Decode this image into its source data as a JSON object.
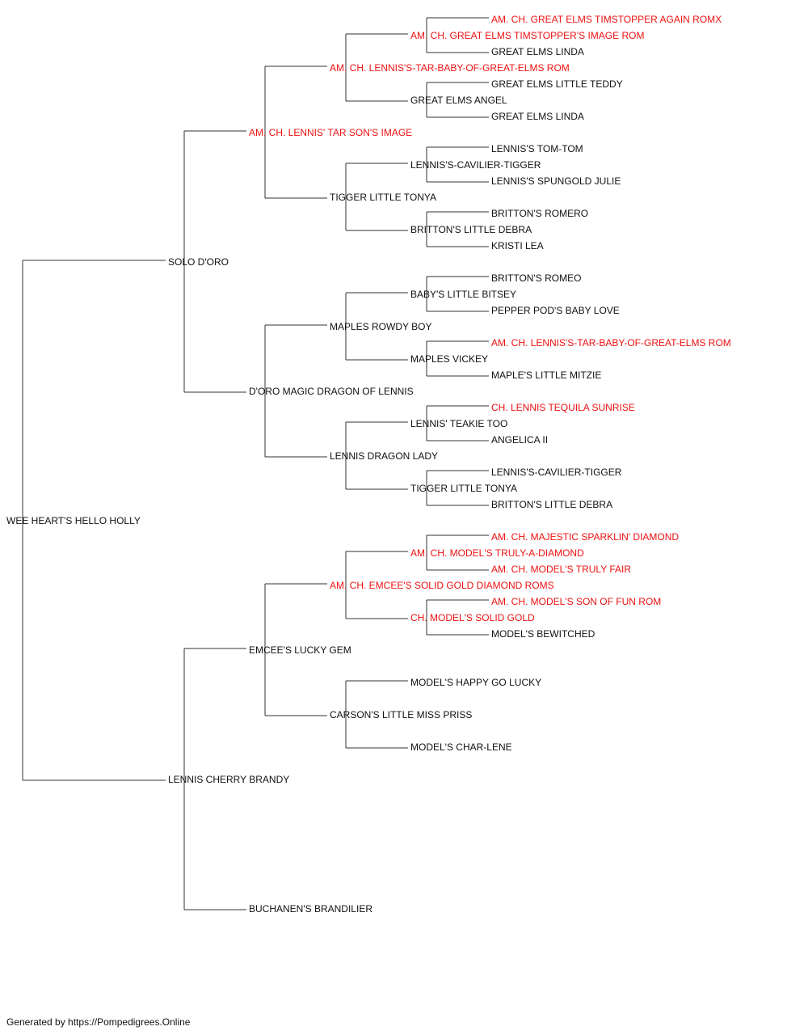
{
  "colors": {
    "champion": "#ee1111",
    "normal": "#111111",
    "line": "#333333"
  },
  "pedigree": {
    "subject": {
      "name": "WEE HEART'S HELLO HOLLY",
      "champion": false
    },
    "sire": {
      "name": "SOLO D'ORO",
      "champion": false
    },
    "dam": {
      "name": "LENNIS CHERRY BRANDY",
      "champion": false
    },
    "ss": {
      "name": "AM. CH. LENNIS' TAR SON'S IMAGE",
      "champion": true
    },
    "sd": {
      "name": "D'ORO MAGIC DRAGON OF LENNIS",
      "champion": false
    },
    "ds": {
      "name": "EMCEE'S LUCKY GEM",
      "champion": false
    },
    "dd": {
      "name": "BUCHANEN'S BRANDILIER",
      "champion": false
    },
    "sss": {
      "name": "AM. CH. LENNIS'S-TAR-BABY-OF-GREAT-ELMS ROM",
      "champion": true
    },
    "ssd": {
      "name": "TIGGER LITTLE TONYA",
      "champion": false
    },
    "sds": {
      "name": "MAPLES ROWDY BOY",
      "champion": false
    },
    "sdd": {
      "name": "LENNIS DRAGON LADY",
      "champion": false
    },
    "dss": {
      "name": "AM. CH. EMCEE'S SOLID GOLD DIAMOND ROMS",
      "champion": true
    },
    "dsd": {
      "name": "CARSON'S LITTLE MISS PRISS",
      "champion": false
    },
    "ssss": {
      "name": "AM. CH. GREAT ELMS TIMSTOPPER'S IMAGE ROM",
      "champion": true
    },
    "sssd": {
      "name": "GREAT ELMS ANGEL",
      "champion": false
    },
    "ssds": {
      "name": "LENNIS'S-CAVILIER-TIGGER",
      "champion": false
    },
    "ssdd": {
      "name": "BRITTON'S LITTLE DEBRA",
      "champion": false
    },
    "sdss": {
      "name": "BABY'S LITTLE BITSEY",
      "champion": false
    },
    "sdsd": {
      "name": "MAPLES VICKEY",
      "champion": false
    },
    "sdds": {
      "name": "LENNIS' TEAKIE TOO",
      "champion": false
    },
    "sddd": {
      "name": "TIGGER LITTLE TONYA",
      "champion": false
    },
    "dsss": {
      "name": "AM. CH. MODEL'S TRULY-A-DIAMOND",
      "champion": true
    },
    "dssd": {
      "name": "CH. MODEL'S SOLID GOLD",
      "champion": true
    },
    "dsds": {
      "name": "MODEL'S HAPPY GO LUCKY",
      "champion": false
    },
    "dsdd": {
      "name": "MODEL'S CHAR-LENE",
      "champion": false
    },
    "sssss": {
      "name": "AM. CH. GREAT ELMS TIMSTOPPER AGAIN ROMX",
      "champion": true
    },
    "ssssd": {
      "name": "GREAT ELMS LINDA",
      "champion": false
    },
    "sssds": {
      "name": "GREAT ELMS LITTLE TEDDY",
      "champion": false
    },
    "sssdd": {
      "name": "GREAT ELMS LINDA",
      "champion": false
    },
    "ssdss": {
      "name": "LENNIS'S TOM-TOM",
      "champion": false
    },
    "ssdsd": {
      "name": "LENNIS'S SPUNGOLD JULIE",
      "champion": false
    },
    "ssdds": {
      "name": "BRITTON'S ROMERO",
      "champion": false
    },
    "ssddd": {
      "name": "KRISTI LEA",
      "champion": false
    },
    "sdsss": {
      "name": "BRITTON'S ROMEO",
      "champion": false
    },
    "sdssd": {
      "name": "PEPPER POD'S BABY LOVE",
      "champion": false
    },
    "sdsds": {
      "name": "AM. CH. LENNIS'S-TAR-BABY-OF-GREAT-ELMS ROM",
      "champion": true
    },
    "sdsdd": {
      "name": "MAPLE'S LITTLE MITZIE",
      "champion": false
    },
    "sddss": {
      "name": "CH. LENNIS TEQUILA SUNRISE",
      "champion": true
    },
    "sddsd": {
      "name": "ANGELICA II",
      "champion": false
    },
    "sddds": {
      "name": "LENNIS'S-CAVILIER-TIGGER",
      "champion": false
    },
    "sdddd": {
      "name": "BRITTON'S LITTLE DEBRA",
      "champion": false
    },
    "dssss": {
      "name": "AM. CH. MAJESTIC SPARKLIN' DIAMOND",
      "champion": true
    },
    "dsssd": {
      "name": "AM. CH. MODEL'S TRULY FAIR",
      "champion": true
    },
    "dssds": {
      "name": "AM. CH. MODEL'S SON OF FUN ROM",
      "champion": true
    },
    "dssdd": {
      "name": "MODEL'S BEWITCHED",
      "champion": false
    }
  },
  "footer": {
    "text": "Generated by https://Pompedigrees.Online"
  }
}
